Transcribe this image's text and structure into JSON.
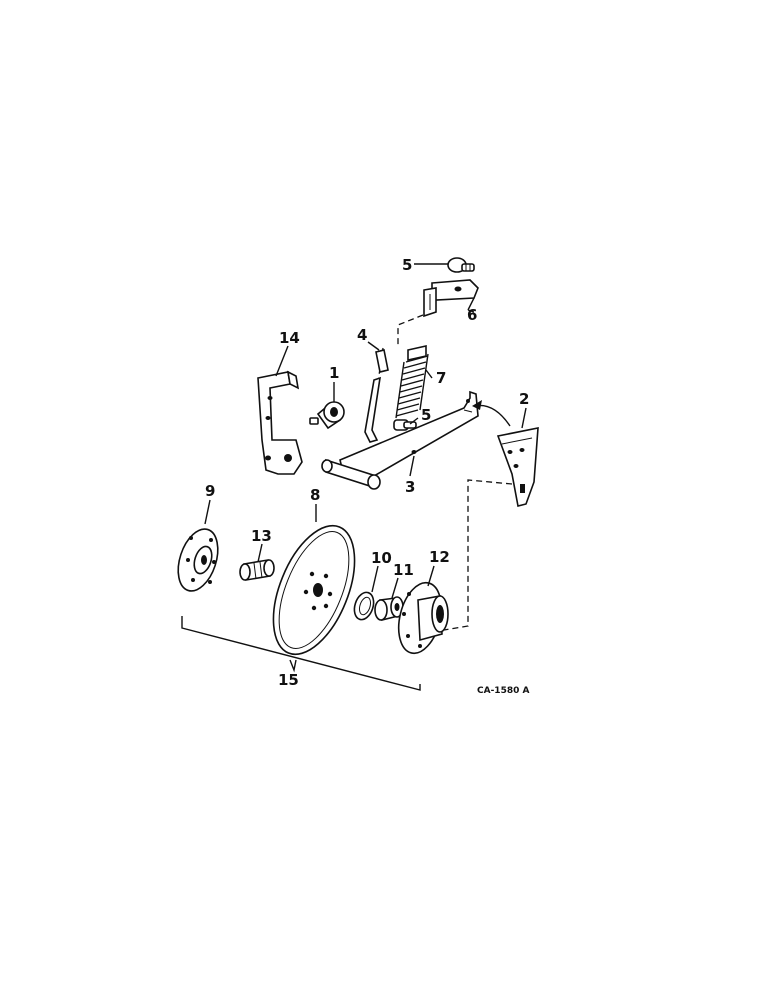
{
  "figure_code": "CA-1580 A",
  "callouts": {
    "c1": "1",
    "c2": "2",
    "c3": "3",
    "c4": "4",
    "c5a": "5",
    "c5b": "5",
    "c6": "6",
    "c7": "7",
    "c8": "8",
    "c9": "9",
    "c10": "10",
    "c11": "11",
    "c12": "12",
    "c13": "13",
    "c14": "14",
    "c15": "15"
  }
}
